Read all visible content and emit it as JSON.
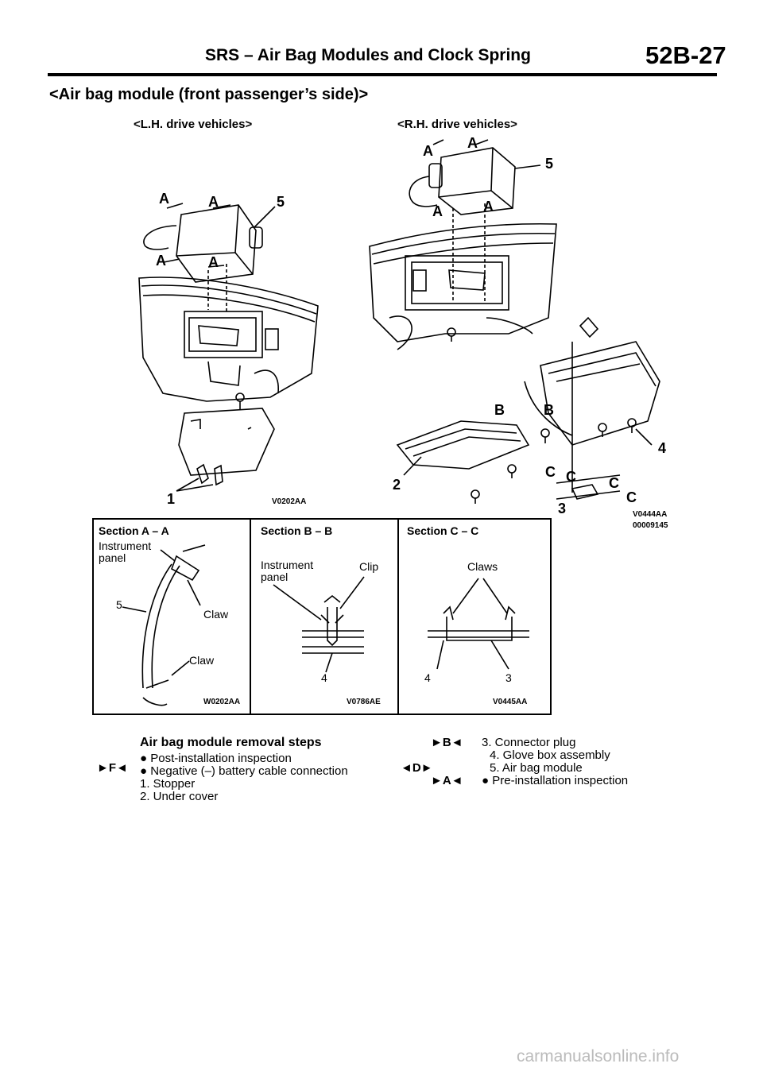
{
  "header": {
    "title": "SRS – Air Bag Modules and Clock Spring",
    "page_number": "52B-27"
  },
  "section_title": "<Air bag module (front passenger’s side)>",
  "diagrams": {
    "lh": {
      "subtitle": "<L.H. drive vehicles>",
      "code": "V0202AA",
      "callouts": [
        "A",
        "A",
        "A",
        "A",
        "5",
        "1"
      ]
    },
    "rh": {
      "subtitle": "<R.H. drive vehicles>",
      "code": "V0444AA",
      "code2": "00009145",
      "callouts": [
        "A",
        "A",
        "A",
        "A",
        "5",
        "B",
        "B",
        "4",
        "2",
        "C",
        "C",
        "C",
        "C",
        "3"
      ]
    }
  },
  "sections": {
    "aa": {
      "title": "Section A – A",
      "label_panel": "Instrument\npanel",
      "num": "5",
      "claw1": "Claw",
      "claw2": "Claw",
      "code": "W0202AA"
    },
    "bb": {
      "title": "Section B – B",
      "label_panel": "Instrument\npanel",
      "label_clip": "Clip",
      "num": "4",
      "code": "V0786AE"
    },
    "cc": {
      "title": "Section C – C",
      "label_claws": "Claws",
      "num4": "4",
      "num3": "3",
      "code": "V0445AA"
    }
  },
  "steps": {
    "title": "Air bag module removal steps",
    "left_marks": [
      "►F◄"
    ],
    "left": [
      "● Post-installation inspection",
      "● Negative (–) battery cable connection",
      "1. Stopper",
      "2. Under cover"
    ],
    "right_marks": [
      "►B◄",
      "◄D►",
      "►A◄"
    ],
    "right": [
      "3. Connector plug",
      "4. Glove box assembly",
      "5. Air bag module",
      "● Pre-installation inspection"
    ]
  },
  "footer": "carmanualsonline.info"
}
